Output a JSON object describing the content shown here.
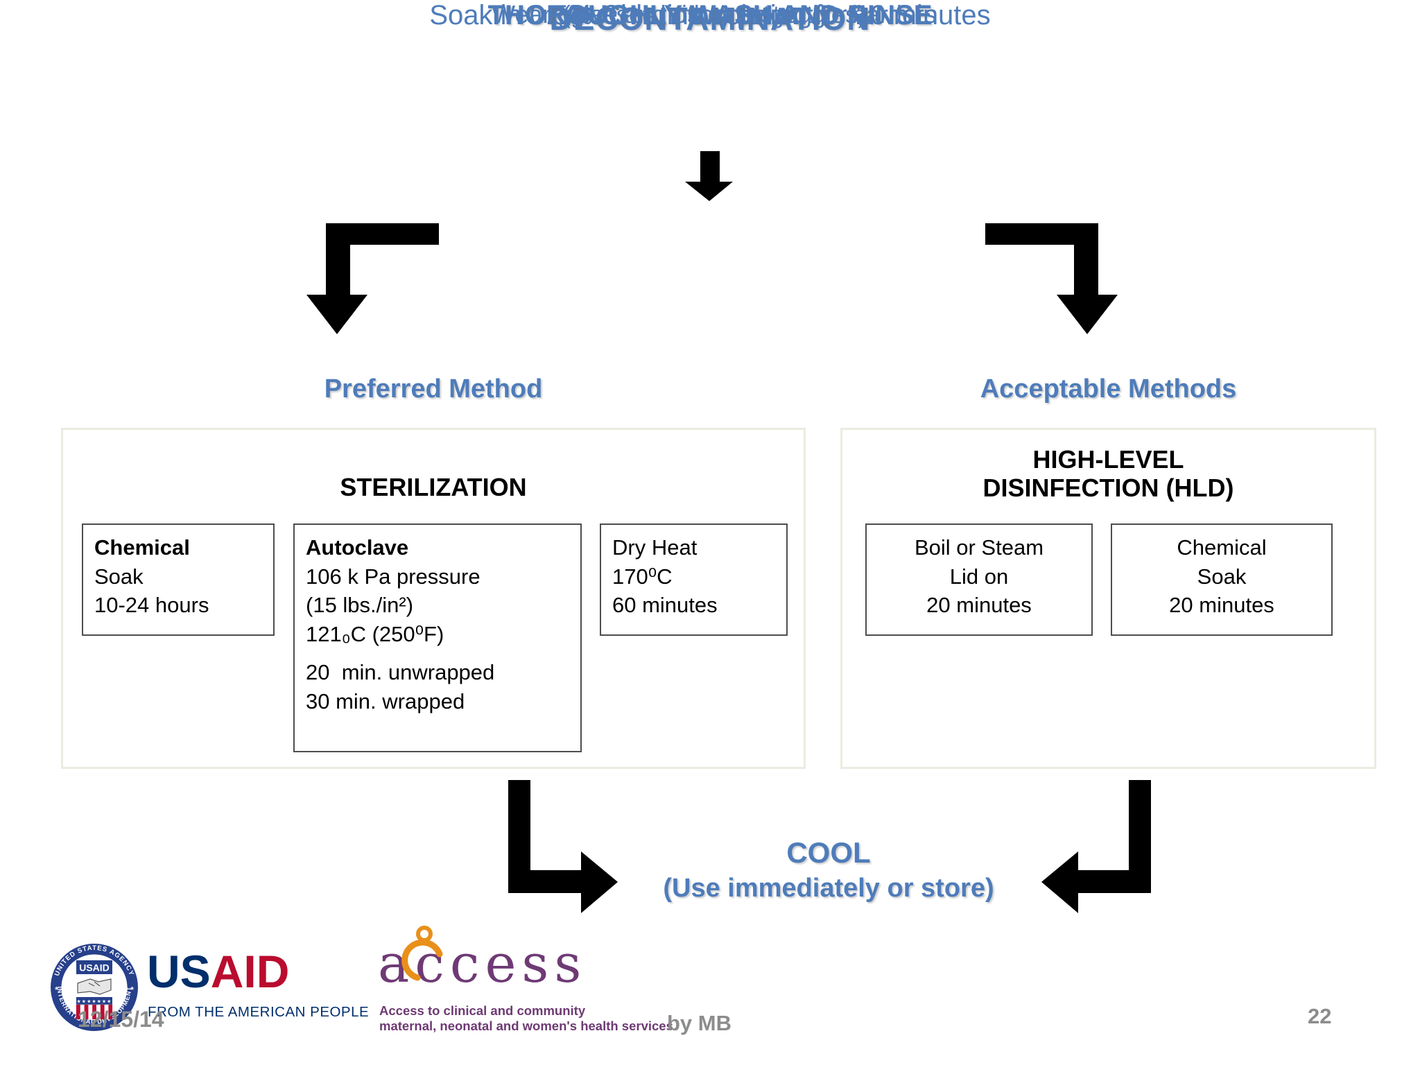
{
  "flow": {
    "title": "DECONTAMINATION",
    "subtitle": "Soak in 0.5% Chlorine solution for 10 minutes",
    "wash": {
      "title": "THOROUGHLY WASH AND RINSE",
      "line1": "Wear glove and other protective barriers",
      "line2": "(glasses, visors or goggles)"
    },
    "preferred_heading": "Preferred Method",
    "acceptable_heading": "Acceptable Methods",
    "sterilization": {
      "title": "STERILIZATION",
      "chemical": {
        "name": "Chemical",
        "lines": [
          "Soak",
          "10-24 hours"
        ]
      },
      "autoclave": {
        "name": "Autoclave",
        "lines": [
          "106 k Pa pressure",
          "(15 lbs./in²)",
          "121₀C (250⁰F)",
          "20  min. unwrapped",
          "30 min. wrapped"
        ]
      },
      "dry_heat": {
        "lines": [
          "Dry Heat",
          "170⁰C",
          "60 minutes"
        ]
      }
    },
    "hld": {
      "title_line1": "HIGH-LEVEL",
      "title_line2": "DISINFECTION (HLD)",
      "boil": {
        "lines": [
          "Boil or Steam",
          "Lid on",
          "20 minutes"
        ]
      },
      "chemical": {
        "lines": [
          "Chemical",
          "Soak",
          "20 minutes"
        ]
      }
    },
    "cool": {
      "title": "COOL",
      "subtitle": "(Use immediately or store)"
    }
  },
  "footer": {
    "date": "12/15/14",
    "author": "by MB",
    "page_number": "22",
    "usaid": {
      "seal_top": "UNITED STATES AGENCY",
      "seal_bottom": "INTERNATIONAL DEVELOPMENT",
      "seal_center": "USAID",
      "seal_stars": "★★★★★★★",
      "wordmark_us": "US",
      "wordmark_aid": "AID",
      "tagline": "FROM THE AMERICAN PEOPLE"
    },
    "access": {
      "wordmark": "access",
      "tagline_line1": "Access to clinical and community",
      "tagline_line2": "maternal, neonatal and women's health services"
    }
  },
  "colors": {
    "accent_blue": "#4E7CBA",
    "arrow_black": "#000000",
    "panel_border": "#ECEBE0",
    "inner_border": "#4D4D4D",
    "footer_gray": "#8C8C8C",
    "usaid_navy": "#002F6C",
    "usaid_red": "#BA0C2F",
    "access_purple": "#6E3A74",
    "access_orange": "#E8901A"
  }
}
